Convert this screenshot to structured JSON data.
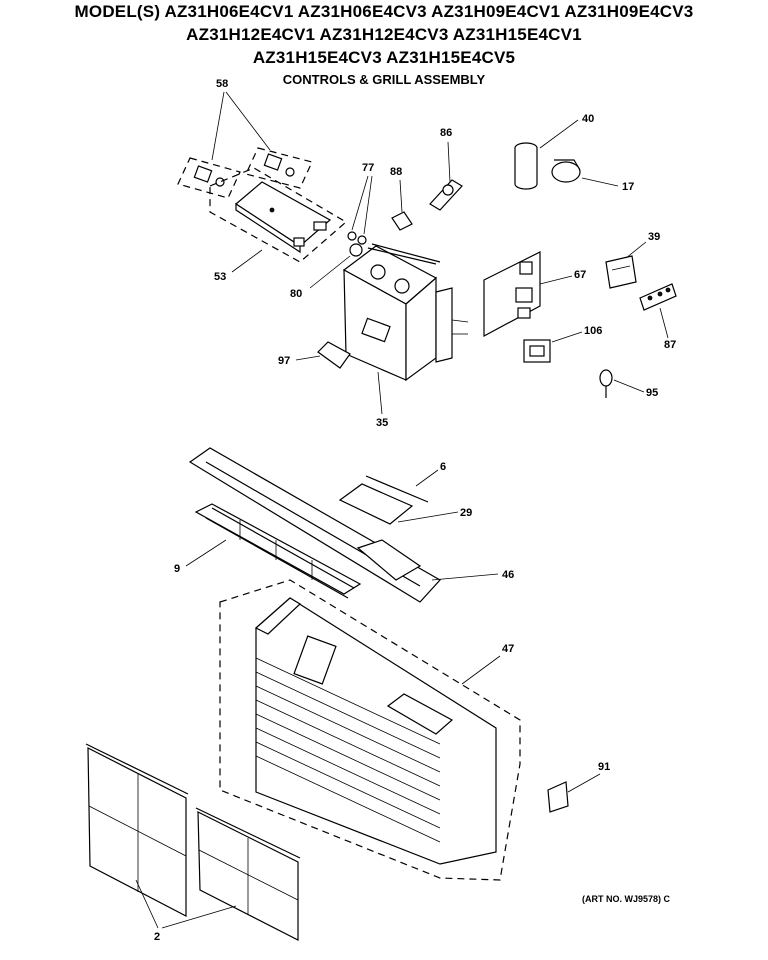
{
  "header": {
    "models_line_1": "MODEL(S) AZ31H06E4CV1  AZ31H06E4CV3  AZ31H09E4CV1  AZ31H09E4CV3",
    "models_line_2": "AZ31H12E4CV1  AZ31H12E4CV3  AZ31H15E4CV1",
    "models_line_3": "AZ31H15E4CV3  AZ31H15E4CV5",
    "subtitle": "CONTROLS & GRILL ASSEMBLY"
  },
  "callouts": {
    "p58": "58",
    "p86": "86",
    "p40": "40",
    "p77": "77",
    "p88": "88",
    "p17": "17",
    "p39": "39",
    "p67": "67",
    "p53": "53",
    "p80": "80",
    "p87": "87",
    "p106": "106",
    "p97": "97",
    "p95": "95",
    "p35": "35",
    "p6": "6",
    "p29": "29",
    "p9": "9",
    "p46": "46",
    "p47": "47",
    "p91": "91",
    "p2": "2"
  },
  "footer": {
    "art_number": "(ART NO. WJ9578) C"
  }
}
